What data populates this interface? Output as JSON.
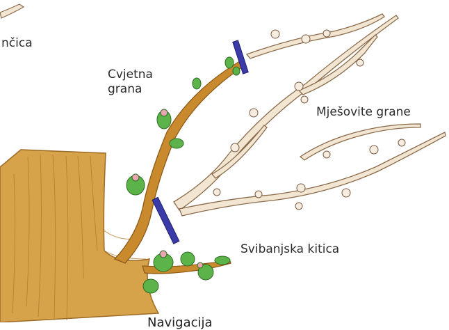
{
  "labels": {
    "cut_left": "nčica",
    "flower_branch_line1": "Cvjetna",
    "flower_branch_line2": "grana",
    "mixed_branches": "Mješovite grane",
    "may_cluster": "Svibanjska kitica",
    "bottom_caption_fragment": "Navigacija"
  },
  "colors": {
    "trunk": "#d6a24a",
    "trunk_dark": "#b07a2a",
    "flower_branch": "#c98a2e",
    "pale_branch": "#f2e6d2",
    "pale_outline": "#8a6a4a",
    "bud_green": "#5cb34a",
    "bud_pink": "#e9a6b2",
    "cut_marker": "#3a3aa8"
  }
}
